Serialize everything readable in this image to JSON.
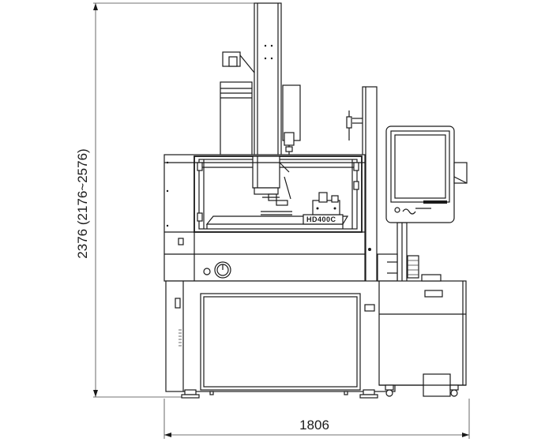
{
  "dimensions": {
    "height_label": "2376 (2176~2576)",
    "width_label": "1806"
  },
  "model_marking": "HD400C",
  "icons": [
    "gauge-icon",
    "display-monitor-icon",
    "spindle-head-icon",
    "caster-wheel-icon"
  ]
}
